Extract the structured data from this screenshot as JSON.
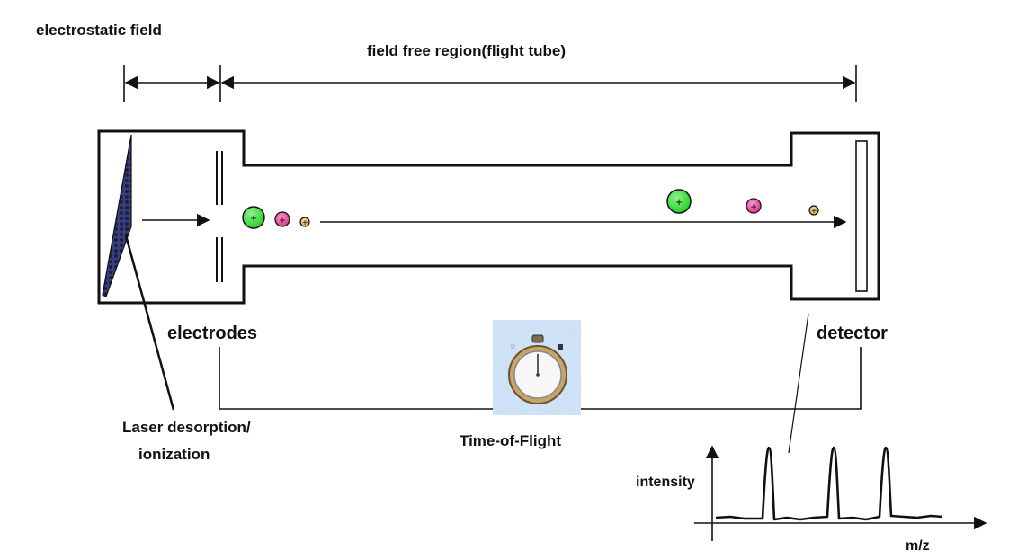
{
  "labels": {
    "electrostatic_field": "electrostatic field",
    "field_free_region": "field free region(flight tube)",
    "electrodes": "electrodes",
    "detector": "detector",
    "laser_line1": "Laser desorption/",
    "laser_line2": "ionization",
    "time_of_flight": "Time-of-Flight",
    "intensity": "intensity",
    "mz": "m/z"
  },
  "ions": [
    {
      "size": "large",
      "color": "#33dd33"
    },
    {
      "size": "medium",
      "color": "#dd3399"
    },
    {
      "size": "small",
      "color": "#e8a84c"
    }
  ],
  "ion_symbol": "+",
  "spectrum_peaks": 3,
  "icons": [
    "stopwatch-icon"
  ]
}
